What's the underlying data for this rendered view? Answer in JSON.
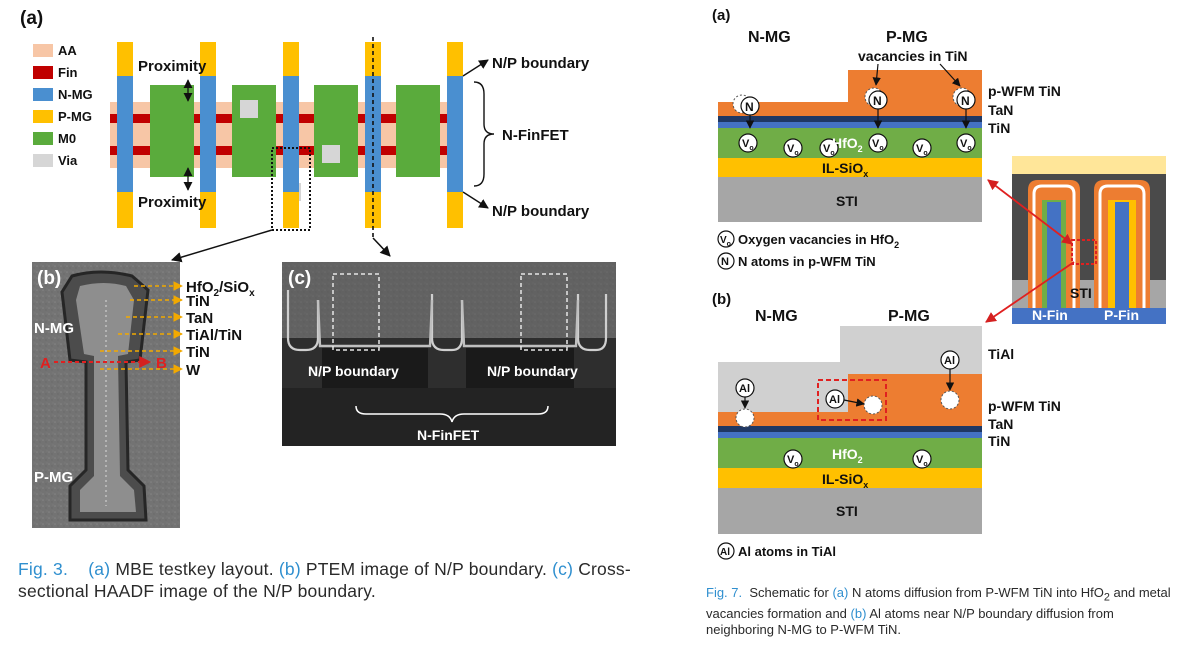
{
  "fig3": {
    "a": {
      "panel_label": "(a)",
      "legend": [
        {
          "label": "AA",
          "color": "#f7c6a6"
        },
        {
          "label": "Fin",
          "color": "#c00000"
        },
        {
          "label": "N-MG",
          "color": "#4a8fd0"
        },
        {
          "label": "P-MG",
          "color": "#ffc000"
        },
        {
          "label": "M0",
          "color": "#5aab3c"
        },
        {
          "label": "Via",
          "color": "#d6d6d6"
        }
      ],
      "proximity_label": "Proximity",
      "np_boundary_label": "N/P boundary",
      "nfinfet_label": "N-FinFET"
    },
    "b": {
      "panel_label": "(b)",
      "nmg_label": "N-MG",
      "pmg_label": "P-MG",
      "a_marker": "A",
      "b_marker": "B",
      "layers": [
        "TiN",
        "TaN",
        "TiAl/TiN",
        "TiN",
        "W"
      ],
      "hfo2_prefix": "HfO",
      "hfo2_sub": "2",
      "hfo2_mid": "/SiO",
      "hfo2_sub2": "x"
    },
    "c": {
      "panel_label": "(c)",
      "np_boundary_label": "N/P boundary",
      "nfinfet_label": "N-FinFET"
    },
    "caption": {
      "fig": "Fig. 3.",
      "a": "(a)",
      "a_text": "MBE testkey layout.",
      "b": "(b)",
      "b_text": "PTEM image of N/P boundary.",
      "c": "(c)",
      "c_text": "Cross-sectional HAADF image of the N/P boundary."
    }
  },
  "fig7": {
    "colors": {
      "orange": "#ed7d31",
      "navy": "#1f3864",
      "blue": "#4472c4",
      "green": "#70ad47",
      "yellow": "#ffc000",
      "grey": "#a6a6a6",
      "light_grey": "#d0d0d0"
    },
    "a": {
      "panel_label": "(a)",
      "nmg": "N-MG",
      "pmg": "P-MG",
      "vacancies": "vacancies in TiN",
      "pwfm": "p-WFM TiN",
      "tan": "TaN",
      "tin": "TiN",
      "hfo2": "HfO",
      "hfo2_sub": "2",
      "ilsio": "IL-SiO",
      "ilsio_sub": "x",
      "sti": "STI",
      "n_symbol": "N",
      "vo_symbol": "V",
      "vo_sub": "o",
      "legend_vo": "Oxygen vacancies in HfO",
      "legend_vo_sub": "2",
      "legend_n": "N atoms in p-WFM TiN"
    },
    "inset": {
      "sti": "STI",
      "nfin": "N-Fin",
      "pfin": "P-Fin"
    },
    "b": {
      "panel_label": "(b)",
      "nmg": "N-MG",
      "pmg": "P-MG",
      "tial": "TiAl",
      "pwfm": "p-WFM TiN",
      "tan": "TaN",
      "tin": "TiN",
      "hfo2": "HfO",
      "hfo2_sub": "2",
      "ilsio": "IL-SiO",
      "ilsio_sub": "x",
      "sti": "STI",
      "al_symbol": "Al",
      "legend_al": "Al atoms in TiAl"
    },
    "caption": {
      "fig": "Fig. 7.",
      "t1": "Schematic for",
      "a": "(a)",
      "t2": "N atoms diffusion from P-WFM TiN into HfO",
      "t2_sub": "2",
      "t3": "and metal vacancies formation and",
      "b": "(b)",
      "t4": "Al atoms near N/P boundary diffusion from neighboring N-MG to P-WFM TiN."
    }
  }
}
